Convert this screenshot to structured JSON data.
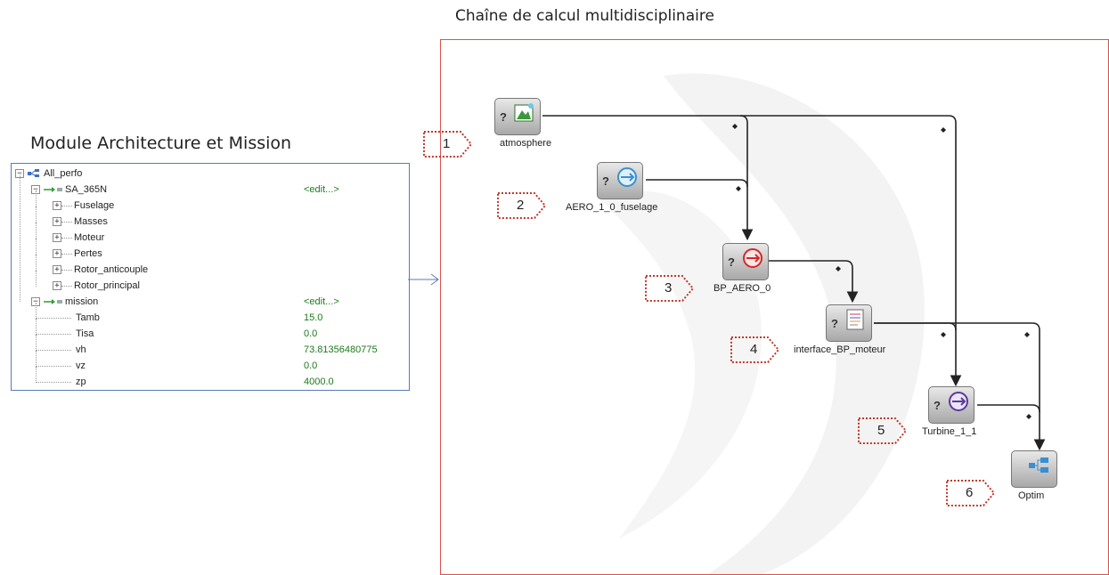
{
  "titles": {
    "left": "Module Architecture et Mission",
    "right": "Chaîne de calcul multidisciplinaire"
  },
  "tree": {
    "rows": [
      {
        "label": "All_perfo",
        "value": ""
      },
      {
        "label": "SA_365N",
        "value": "<edit...>"
      },
      {
        "label": "Fuselage",
        "value": ""
      },
      {
        "label": "Masses",
        "value": ""
      },
      {
        "label": "Moteur",
        "value": ""
      },
      {
        "label": "Pertes",
        "value": ""
      },
      {
        "label": "Rotor_anticouple",
        "value": ""
      },
      {
        "label": "Rotor_principal",
        "value": ""
      },
      {
        "label": "mission",
        "value": "<edit...>"
      },
      {
        "label": "Tamb",
        "value": "15.0"
      },
      {
        "label": "Tisa",
        "value": "0.0"
      },
      {
        "label": "vh",
        "value": "73.81356480775"
      },
      {
        "label": "vz",
        "value": "0.0"
      },
      {
        "label": "zp",
        "value": "4000.0"
      }
    ]
  },
  "nodes": [
    {
      "label": "atmosphere",
      "icon": "spreadsheet-icon"
    },
    {
      "label": "AERO_1_0_fuselage",
      "icon": "cycle-icon"
    },
    {
      "label": "BP_AERO_0",
      "icon": "cycle-icon"
    },
    {
      "label": "interface_BP_moteur",
      "icon": "document-icon"
    },
    {
      "label": "Turbine_1_1",
      "icon": "cycle-icon"
    },
    {
      "label": "Optim",
      "icon": "tree-icon"
    }
  ],
  "callouts": [
    "1",
    "2",
    "3",
    "4",
    "5",
    "6"
  ],
  "colors": {
    "canvas_border": "#d9534f",
    "callout_border": "#c0392b",
    "tree_value": "#1c7a1c",
    "panel_border": "#5b7ab5"
  }
}
